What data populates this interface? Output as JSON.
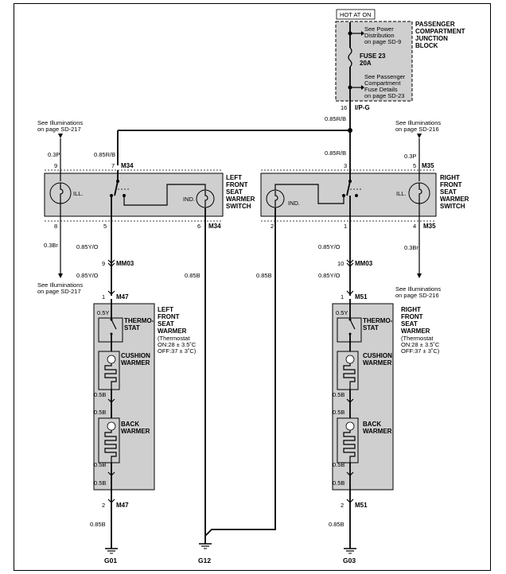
{
  "fuse_block": {
    "hot_label": "HOT AT ON",
    "title": [
      "PASSENGER",
      "COMPARTMENT",
      "JUNCTION",
      "BLOCK"
    ],
    "see_power": [
      "See Power",
      "Distribution",
      "on page SD-9"
    ],
    "fuse": [
      "FUSE 23",
      "20A"
    ],
    "see_fuse": [
      "See Passenger",
      "Compartment",
      "Fuse Details",
      "on page SD-23"
    ],
    "pin": "16",
    "connector": "I/P-G",
    "wire": "0.85R/B"
  },
  "left": {
    "illum_top": [
      "See Illuminations",
      "on page SD-217"
    ],
    "wire_03p": "0.3P",
    "wire_085rb": "0.85R/B",
    "pin9": "9",
    "pin7": "7",
    "conn_top": "M34",
    "ill": "ILL.",
    "ind": "IND.",
    "switch_title": [
      "LEFT",
      "FRONT",
      "SEAT",
      "WARMER",
      "SWITCH"
    ],
    "pin8": "8",
    "pin5": "5",
    "pin6": "6",
    "conn_bottom": "M34",
    "wire_03br": "0.3Br",
    "wire_085yo_a": "0.85Y/O",
    "mm_pin": "9",
    "mm_conn": "MM03",
    "wire_085yo_b": "0.85Y/O",
    "illum_bottom": [
      "See Illuminations",
      "on page SD-217"
    ],
    "wire_085b_g12": "0.85B",
    "heater_pin": "1",
    "heater_conn": "M47",
    "heater_title": [
      "LEFT",
      "FRONT",
      "SEAT",
      "WARMER"
    ],
    "thermo_note": [
      "(Thermostat",
      "ON:28 ± 3.5˚C",
      "OFF:37 ± 3˚C)"
    ],
    "wire_05y": "0.5Y",
    "thermostat": [
      "THERMO-",
      "STAT"
    ],
    "cushion": [
      "CUSHION",
      "WARMER"
    ],
    "back": [
      "BACK",
      "WARMER"
    ],
    "w05b_1": "0.5B",
    "w05b_2": "0.5B",
    "w05b_3": "0.5B",
    "w05b_4": "0.5B",
    "gnd_pin": "2",
    "gnd_conn": "M47",
    "gnd_wire": "0.85B",
    "ground": "G01"
  },
  "center": {
    "ground": "G12"
  },
  "right": {
    "illum_top": [
      "See Illuminations",
      "on page SD-216"
    ],
    "wire_03p": "0.3P",
    "wire_085rb": "0.85R/B",
    "pin3": "3",
    "pin5": "5",
    "conn_top": "M35",
    "ill": "ILL.",
    "ind": "IND.",
    "switch_title": [
      "RIGHT",
      "FRONT",
      "SEAT",
      "WARMER",
      "SWITCH"
    ],
    "pin2": "2",
    "pin1": "1",
    "pin4": "4",
    "conn_bottom": "M35",
    "wire_03br": "0.3Br",
    "wire_085yo_a": "0.85Y/O",
    "mm_pin": "10",
    "mm_conn": "MM03",
    "wire_085yo_b": "0.85Y/O",
    "illum_bottom": [
      "See Illuminations",
      "on page SD-216"
    ],
    "wire_085b_g12": "0.85B",
    "heater_pin": "1",
    "heater_conn": "M51",
    "heater_title": [
      "RIGHT",
      "FRONT",
      "SEAT",
      "WARMER"
    ],
    "thermo_note": [
      "(Thermostat",
      "ON:28 ± 3.5˚C",
      "OFF:37 ± 3˚C)"
    ],
    "wire_05y": "0.5Y",
    "thermostat": [
      "THERMO-",
      "STAT"
    ],
    "cushion": [
      "CUSHION",
      "WARMER"
    ],
    "back": [
      "BACK",
      "WARMER"
    ],
    "w05b_1": "0.5B",
    "w05b_2": "0.5B",
    "w05b_3": "0.5B",
    "w05b_4": "0.5B",
    "gnd_pin": "2",
    "gnd_conn": "M51",
    "gnd_wire": "0.85B",
    "ground": "G03"
  }
}
